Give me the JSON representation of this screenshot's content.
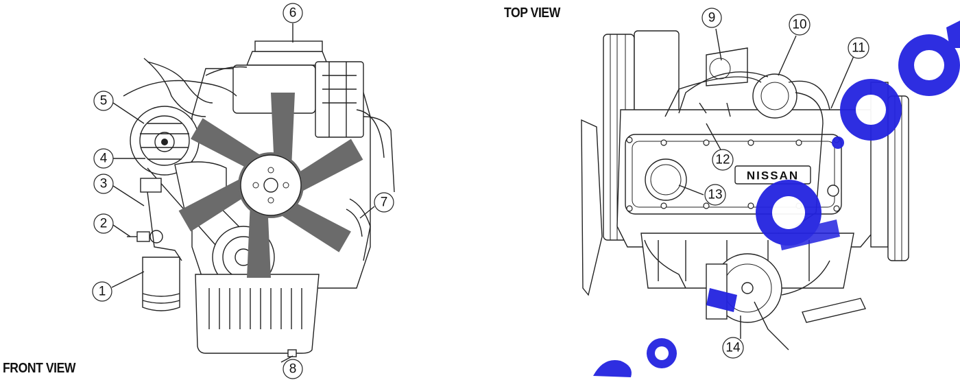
{
  "labels": {
    "front_view": "FRONT VIEW",
    "top_view": "TOP VIEW"
  },
  "valve_cover_text": "NISSAN",
  "callouts": [
    "1",
    "2",
    "3",
    "4",
    "5",
    "6",
    "7",
    "8",
    "9",
    "10",
    "11",
    "12",
    "13",
    "14"
  ],
  "colors": {
    "line_art": "#222222",
    "fan_blades": "#6b6b6b",
    "watermark": "#2323e0",
    "background": "#ffffff"
  }
}
